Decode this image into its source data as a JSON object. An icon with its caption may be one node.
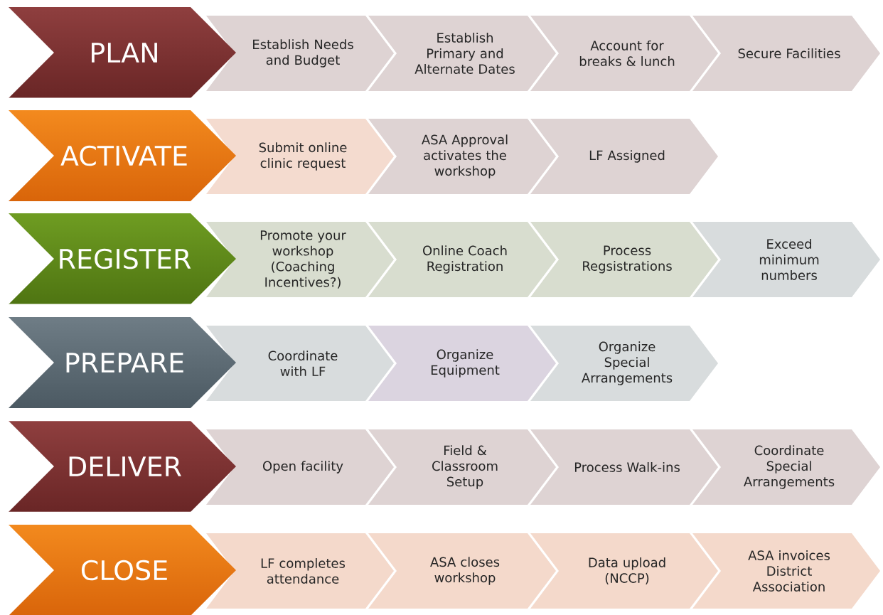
{
  "diagram": {
    "nodes": [
      {
        "text": [
          "PLAN"
        ]
      },
      {
        "text": [
          "Establish Needs and Budget"
        ]
      },
      {
        "text": [
          "Establish Primary and Alternate Dates"
        ]
      },
      {
        "text": [
          "Account for breaks & lunch"
        ]
      },
      {
        "text": [
          "Secure Facilities"
        ]
      },
      {
        "text": [
          "ACTIVATE"
        ]
      },
      {
        "text": [
          "Submit online clinic request"
        ]
      },
      {
        "text": [
          "ASA Approval activates the workshop"
        ]
      },
      {
        "text": [
          "LF Assigned"
        ]
      },
      {
        "text": [
          "REGISTER"
        ]
      },
      {
        "text": [
          "Promote your workshop (Coaching Incentives?)"
        ]
      },
      {
        "text": [
          "Online Coach Registration"
        ]
      },
      {
        "text": [
          "Process Regsistrations"
        ]
      },
      {
        "text": [
          "Exceed minimum numbers"
        ]
      },
      {
        "text": [
          "PREPARE"
        ]
      },
      {
        "text": [
          "Coordinate with LF"
        ]
      },
      {
        "text": [
          "Organize Equipment"
        ]
      },
      {
        "text": [
          "Organize Special Arrangements"
        ]
      },
      {
        "text": [
          "DELIVER"
        ]
      },
      {
        "text": [
          "Open facility"
        ]
      },
      {
        "text": [
          "Field & Classroom Setup"
        ]
      },
      {
        "text": [
          "Process Walk-ins"
        ]
      },
      {
        "text": [
          "Coordinate Special Arrangements"
        ]
      },
      {
        "text": [
          "CLOSE"
        ]
      },
      {
        "text": [
          "LF completes attendance"
        ]
      },
      {
        "text": [
          "ASA closes workshop"
        ]
      },
      {
        "text": [
          "Data upload (NCCP)"
        ]
      },
      {
        "text": [
          "ASA invoices District Association"
        ]
      }
    ]
  }
}
